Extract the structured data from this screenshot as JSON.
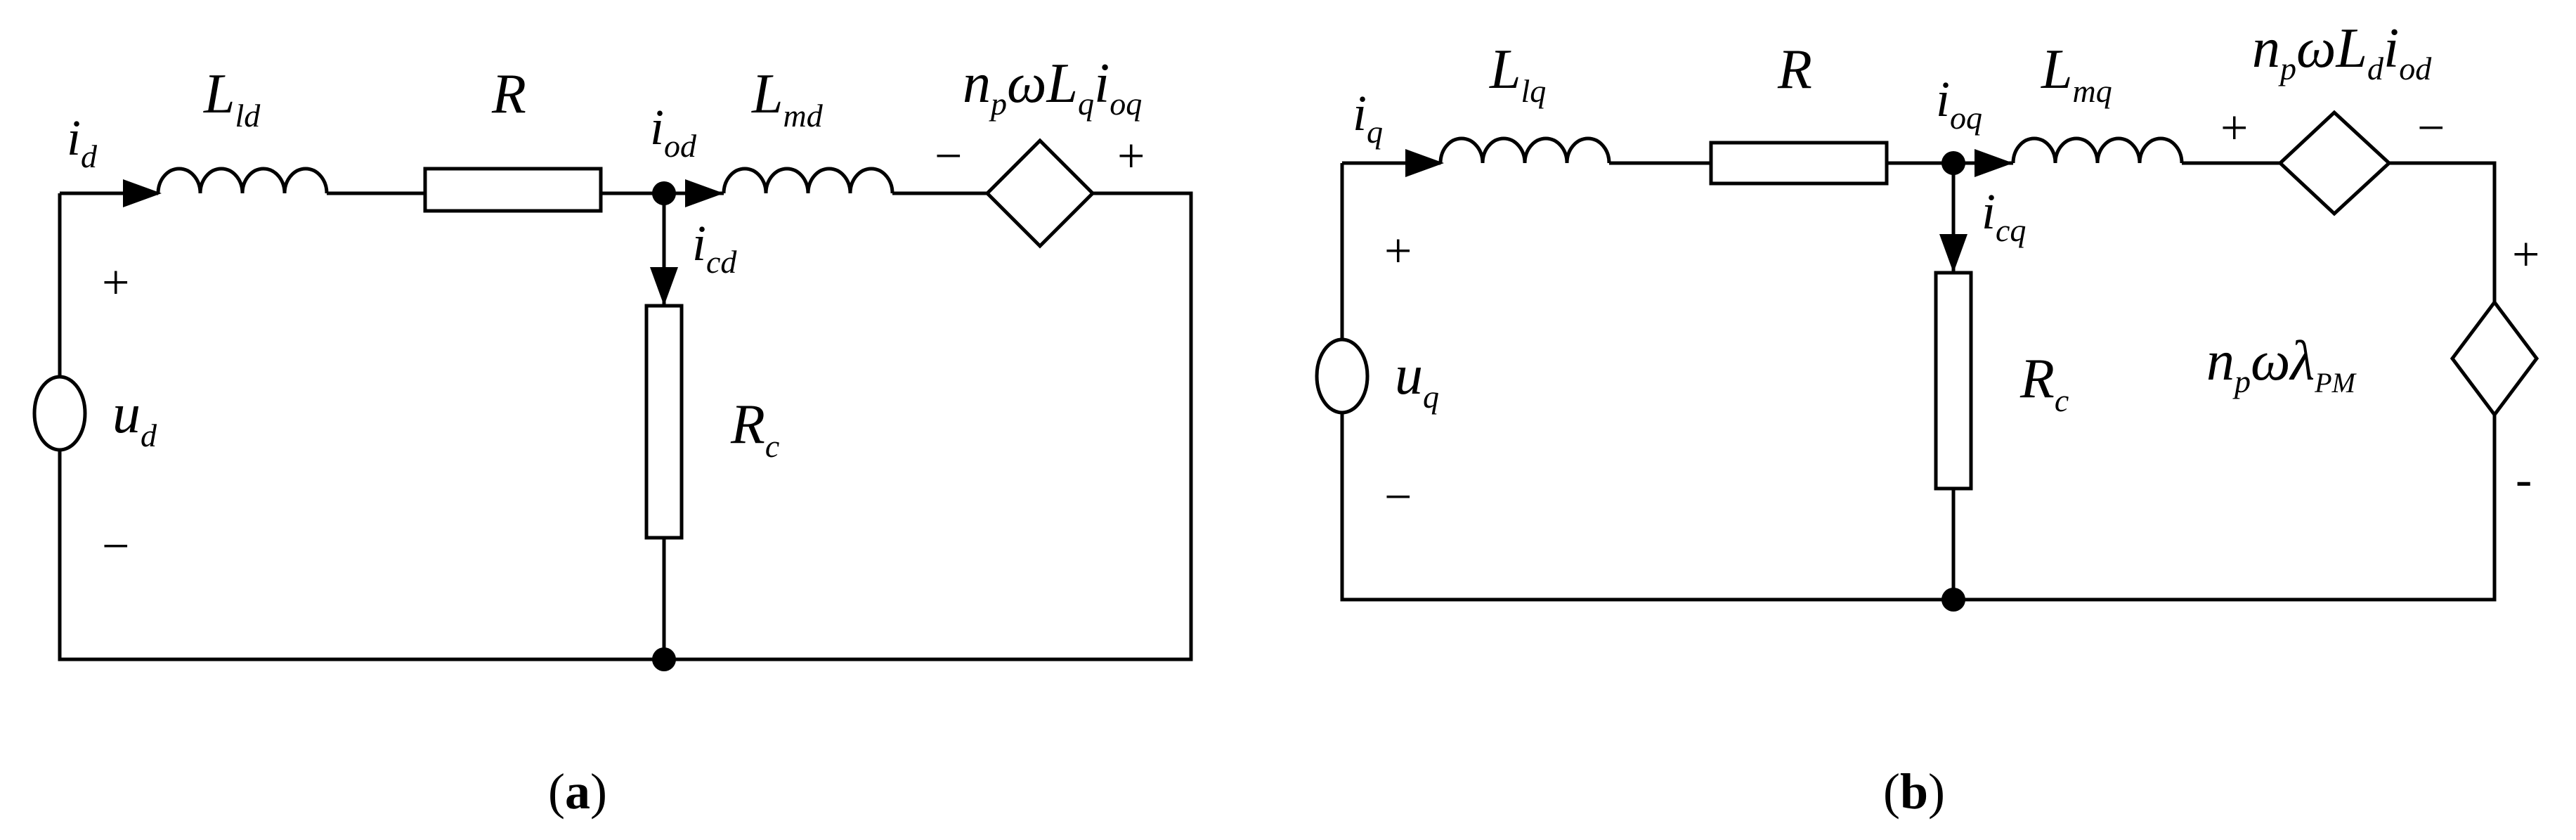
{
  "circuit_a": {
    "current_d": {
      "base": "i",
      "sub": "d"
    },
    "inductor_ld": {
      "base": "L",
      "sub": "ld"
    },
    "resistor_r": "R",
    "current_od": {
      "base": "i",
      "sub": "od"
    },
    "inductor_md": {
      "base": "L",
      "sub": "md"
    },
    "source_label": {
      "n": "n",
      "n_sub": "p",
      "omega": "ω",
      "L": "L",
      "L_sub": "q",
      "i": "i",
      "i_sub": "oq"
    },
    "source_minus": "−",
    "source_plus": "+",
    "current_cd": {
      "base": "i",
      "sub": "cd"
    },
    "resistor_rc": {
      "base": "R",
      "sub": "c"
    },
    "voltage_d": {
      "base": "u",
      "sub": "d"
    },
    "plus": "+",
    "minus": "−",
    "caption": {
      "open": "(",
      "letter": "a",
      "close": ")"
    }
  },
  "circuit_b": {
    "current_q": {
      "base": "i",
      "sub": "q"
    },
    "inductor_lq": {
      "base": "L",
      "sub": "lq"
    },
    "resistor_r": "R",
    "current_oq": {
      "base": "i",
      "sub": "oq"
    },
    "inductor_mq": {
      "base": "L",
      "sub": "mq"
    },
    "source_top_label": {
      "n": "n",
      "n_sub": "p",
      "omega": "ω",
      "L": "L",
      "L_sub": "d",
      "i": "i",
      "i_sub": "od"
    },
    "source_top_plus": "+",
    "source_top_minus": "−",
    "current_cq": {
      "base": "i",
      "sub": "cq"
    },
    "resistor_rc": {
      "base": "R",
      "sub": "c"
    },
    "voltage_q": {
      "base": "u",
      "sub": "q"
    },
    "plus": "+",
    "minus": "−",
    "source_right_label": {
      "n": "n",
      "n_sub": "p",
      "omega": "ω",
      "lambda": "λ",
      "lambda_sub": "PM"
    },
    "source_right_plus": "+",
    "source_right_minus": "-",
    "caption": {
      "open": "(",
      "letter": "b",
      "close": ")"
    }
  },
  "colors": {
    "ink": "#000000",
    "background": "#ffffff"
  }
}
